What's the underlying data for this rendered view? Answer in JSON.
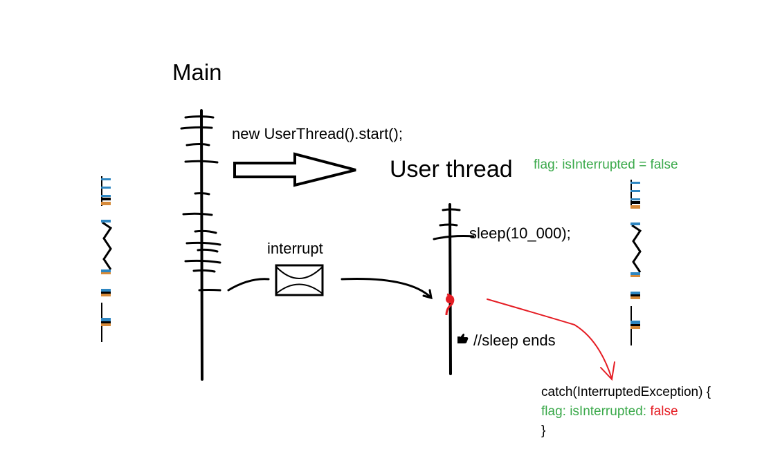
{
  "labels": {
    "main_title": "Main",
    "user_thread_title": "User thread",
    "start_call": "new UserThread().start();",
    "sleep_call": "sleep(10_000);",
    "interrupt": "interrupt",
    "sleep_ends": "//sleep ends",
    "flag_initial": "flag: isInterrupted = false"
  },
  "catch_block": {
    "open": "catch(InterruptedException) {",
    "flag_label": "flag: isInterrupted:",
    "flag_value": "false",
    "close": "}"
  },
  "side_annotations": {
    "text": "TIME",
    "orientation": "vertical"
  },
  "icons": [
    "envelope-icon",
    "thumbs-up-icon",
    "block-arrow-icon",
    "curved-arrow-icon"
  ],
  "colors": {
    "ink": "#000000",
    "flag_green": "#3aa94a",
    "interrupt_red": "#e51c23",
    "time_blue": "#2e86c1",
    "time_orange": "#d68a3a"
  }
}
